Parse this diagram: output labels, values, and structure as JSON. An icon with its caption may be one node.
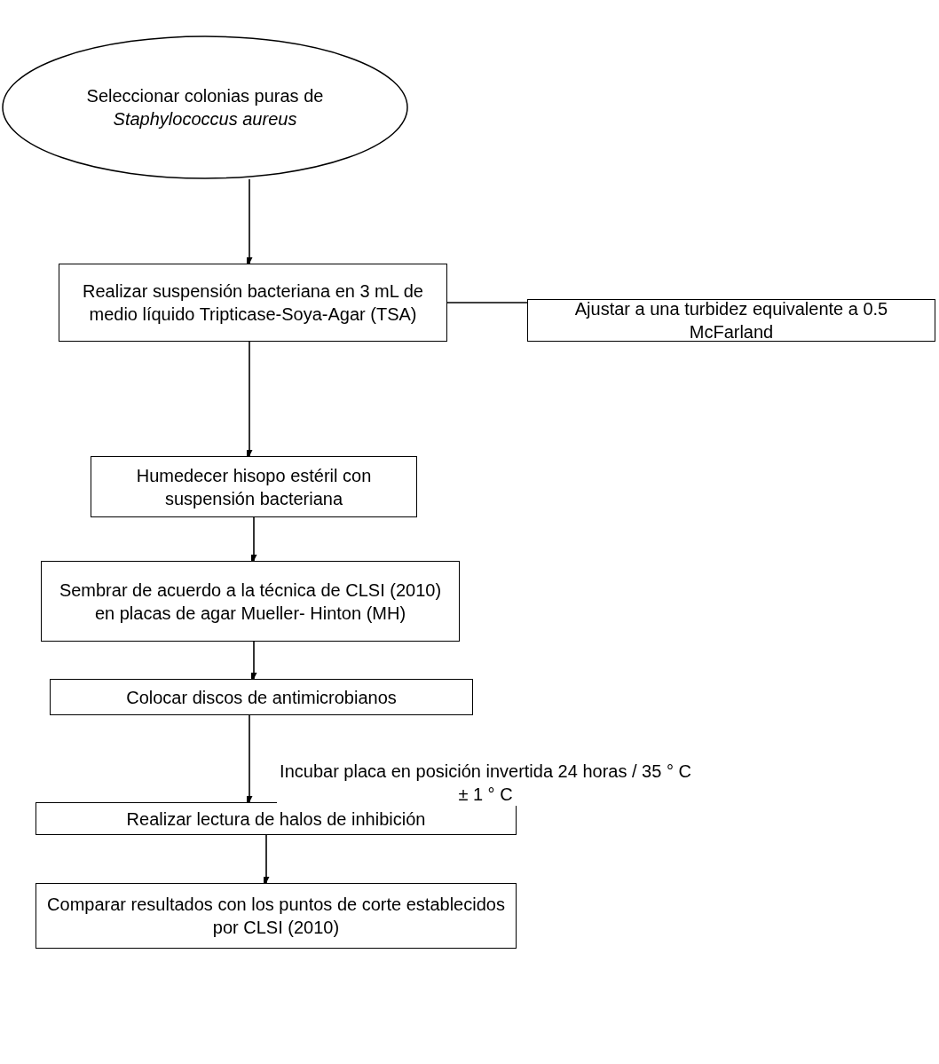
{
  "diagram": {
    "nodes": [
      {
        "text": [
          "Seleccionar colonias puras de *Staphylococcus aureus*"
        ]
      },
      {
        "text": [
          "Realizar suspensión bacteriana en 3 mL de medio líquido Tripticase-Soya-Agar (TSA)"
        ]
      },
      {
        "text": [
          "Ajustar a una turbidez equivalente a 0.5 McFarland"
        ]
      },
      {
        "text": [
          "Humedecer hisopo estéril con suspensión bacteriana"
        ]
      },
      {
        "text": [
          "Sembrar de acuerdo a la técnica de CLSI (2010) en placas de agar Mueller- Hinton (MH)"
        ]
      },
      {
        "text": [
          "Colocar discos de antimicrobianos"
        ]
      },
      {
        "text": [
          "Realizar lectura de halos de inhibición"
        ]
      },
      {
        "text": [
          "Comparar resultados con los puntos de corte establecidos por CLSI (2010)"
        ]
      }
    ],
    "edges": [
      {
        "from": 0,
        "to": 1,
        "arrow": "to"
      },
      {
        "from": 1,
        "to": 2,
        "arrow": "none"
      },
      {
        "from": 1,
        "to": 3,
        "arrow": "to"
      },
      {
        "from": 3,
        "to": 4,
        "arrow": "to"
      },
      {
        "from": 4,
        "to": 5,
        "arrow": "to"
      },
      {
        "from": 5,
        "to": 6,
        "arrow": "to",
        "label": "Incubar placa en posición invertida 24 horas / 35 ° C ± 1 ° C"
      },
      {
        "from": 6,
        "to": 7,
        "arrow": "to"
      }
    ]
  }
}
